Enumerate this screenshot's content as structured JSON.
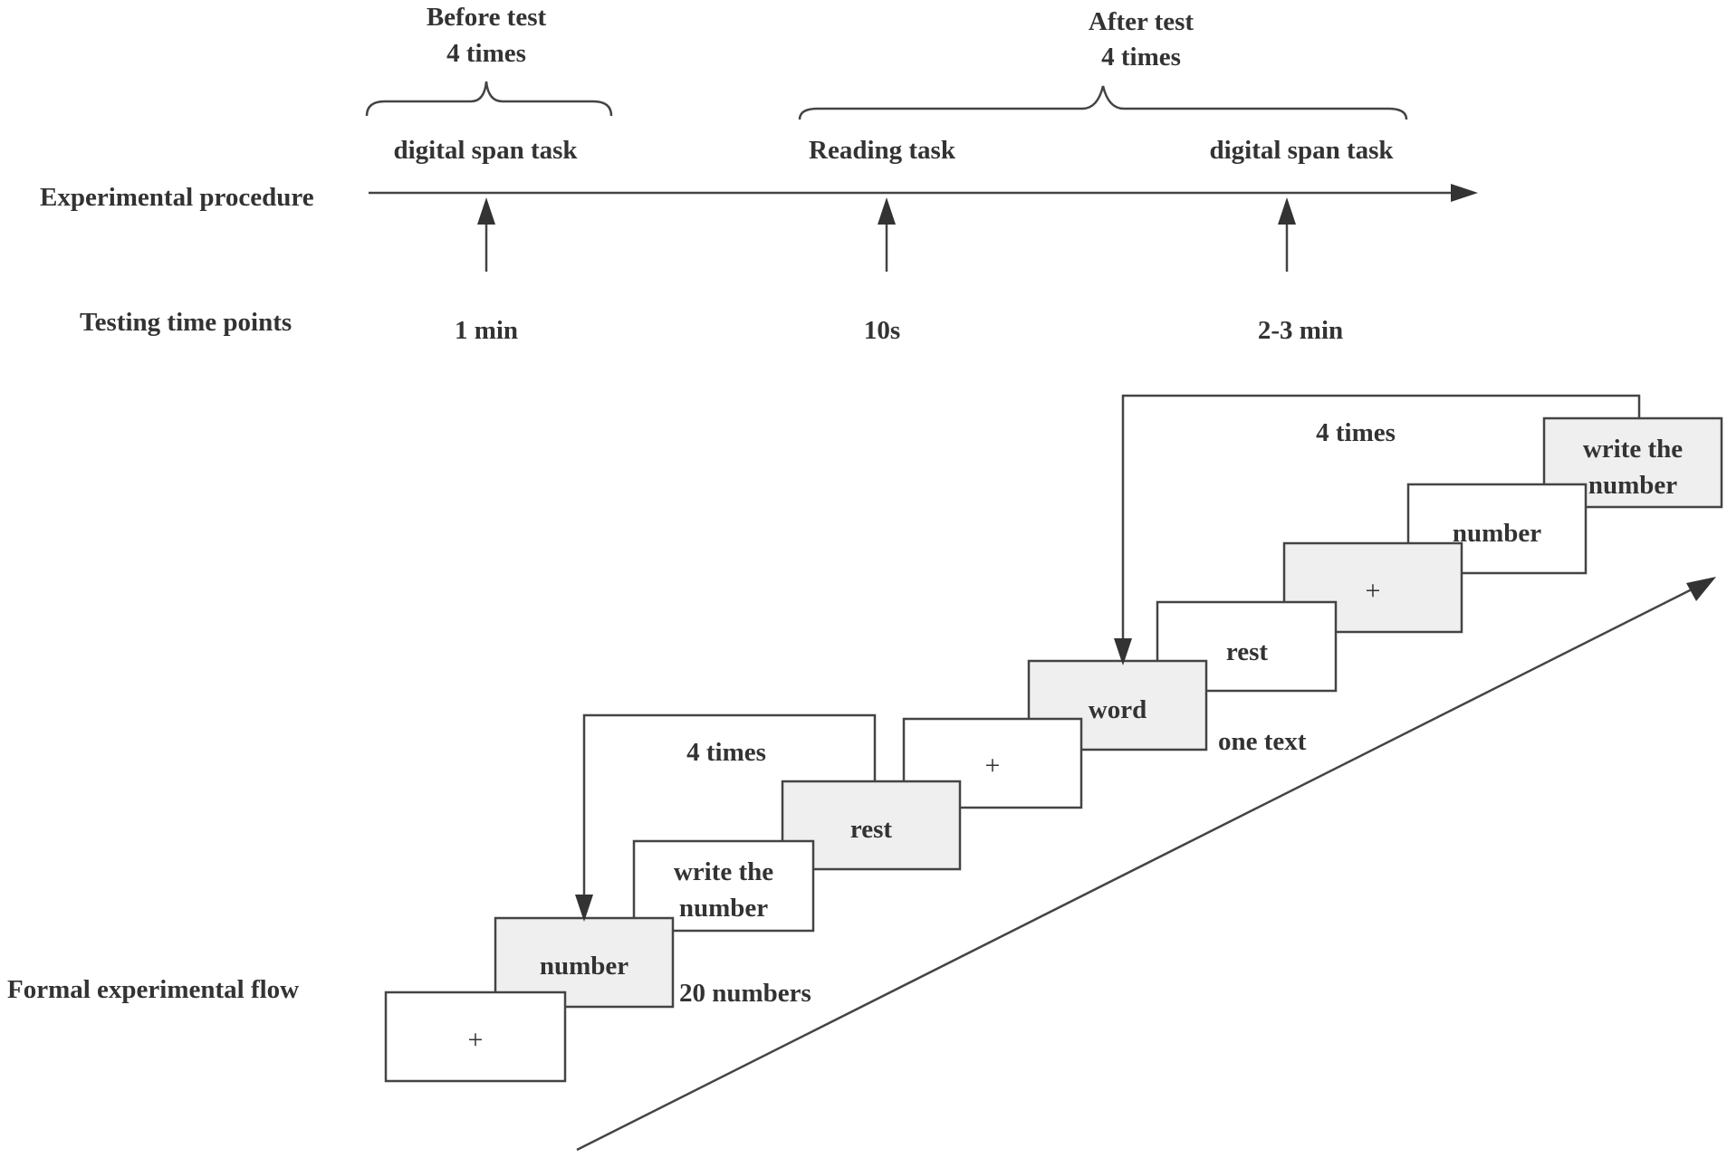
{
  "labels": {
    "experimental_procedure": "Experimental procedure",
    "testing_time_points": "Testing time points",
    "formal_experimental_flow": "Formal experimental flow"
  },
  "timeline": {
    "before_test": {
      "title": "Before test",
      "times": "4 times"
    },
    "after_test": {
      "title": "After test",
      "times": "4 times"
    },
    "tasks": [
      "digital span task",
      "Reading task",
      "digital span task"
    ],
    "time_points": [
      "1 min",
      "10s",
      "2-3 min"
    ]
  },
  "flow": {
    "digit_loop_label": "4 times",
    "reading_loop_label": "4 times",
    "count_20_numbers": "20 numbers",
    "count_one_text": "one text",
    "boxes": {
      "fix1": "+",
      "number1": "number",
      "write1_line1": "write the",
      "write1_line2": "number",
      "rest1": "rest",
      "fix2": "+",
      "word": "word",
      "rest2": "rest",
      "fix3": "+",
      "number2": "number",
      "write2_line1": "write the",
      "write2_line2": "number"
    }
  }
}
